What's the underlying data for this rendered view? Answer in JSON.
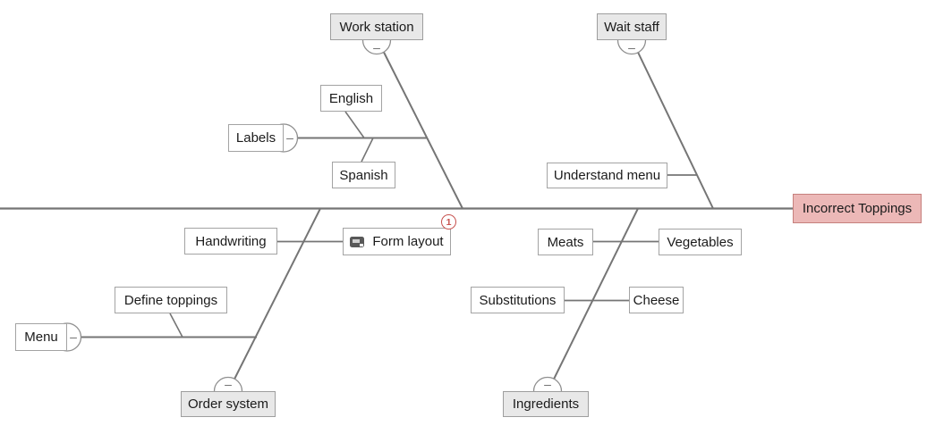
{
  "collapse_glyph": "–",
  "effect": {
    "label": "Incorrect Toppings"
  },
  "categories": {
    "work_station": {
      "label": "Work station"
    },
    "wait_staff": {
      "label": "Wait staff"
    },
    "order_system": {
      "label": "Order system"
    },
    "ingredients": {
      "label": "Ingredients"
    }
  },
  "causes": {
    "english": {
      "label": "English"
    },
    "labels": {
      "label": "Labels"
    },
    "spanish": {
      "label": "Spanish"
    },
    "understand_menu": {
      "label": "Understand menu"
    },
    "handwriting": {
      "label": "Handwriting"
    },
    "form_layout": {
      "label": "Form layout",
      "badge": "1",
      "icon": "comment-icon"
    },
    "meats": {
      "label": "Meats"
    },
    "vegetables": {
      "label": "Vegetables"
    },
    "substitutions": {
      "label": "Substitutions"
    },
    "cheese": {
      "label": "Cheese"
    },
    "define_toppings": {
      "label": "Define toppings"
    },
    "menu": {
      "label": "Menu"
    }
  },
  "colors": {
    "line": "#757575",
    "box_border": "#a3a3a3",
    "category_fill": "#e8e8e8",
    "effect_fill": "#ecb8b7",
    "effect_border": "#c6807d",
    "badge": "#c7514e"
  }
}
